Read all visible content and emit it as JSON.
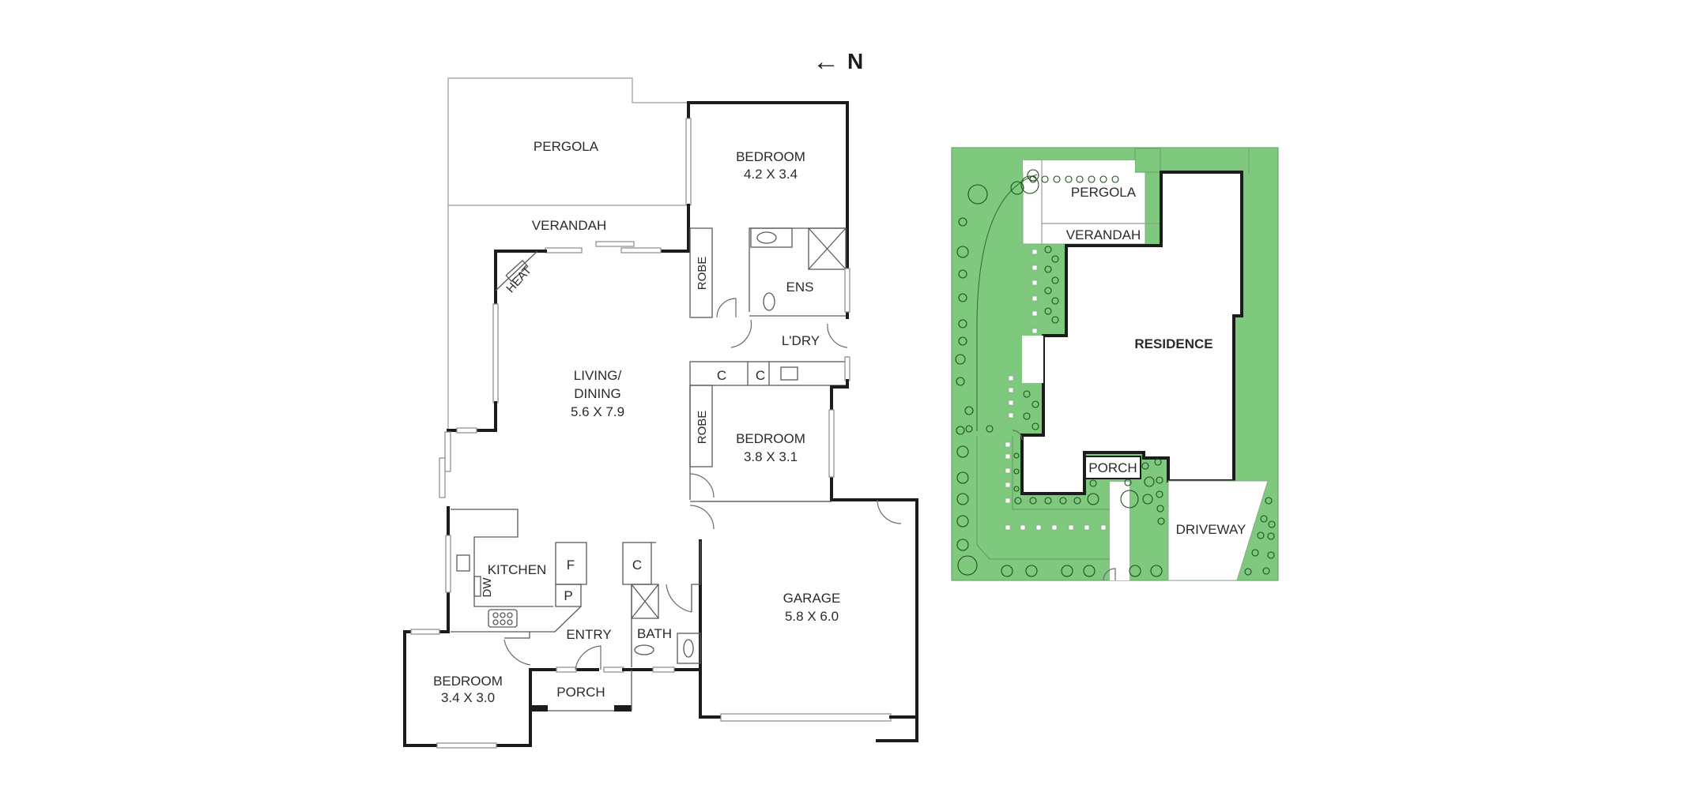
{
  "compass": {
    "arrow": "←",
    "label": "N"
  },
  "floor_plan": {
    "rooms": [
      {
        "id": "pergola",
        "name": "PERGOLA",
        "dims": ""
      },
      {
        "id": "bedroom1",
        "name": "BEDROOM",
        "dims": "4.2 X 3.4"
      },
      {
        "id": "verandah",
        "name": "VERANDAH",
        "dims": ""
      },
      {
        "id": "robe1",
        "name": "ROBE",
        "dims": ""
      },
      {
        "id": "ens",
        "name": "ENS",
        "dims": ""
      },
      {
        "id": "heat",
        "name": "HEAT",
        "dims": ""
      },
      {
        "id": "laundry",
        "name": "L'DRY",
        "dims": ""
      },
      {
        "id": "living",
        "name": "LIVING/",
        "name2": "DINING",
        "dims": "5.6 X 7.9"
      },
      {
        "id": "c1",
        "name": "C",
        "dims": ""
      },
      {
        "id": "c2",
        "name": "C",
        "dims": ""
      },
      {
        "id": "robe2",
        "name": "ROBE",
        "dims": ""
      },
      {
        "id": "bedroom2",
        "name": "BEDROOM",
        "dims": "3.8 X 3.1"
      },
      {
        "id": "kitchen",
        "name": "KITCHEN",
        "dims": ""
      },
      {
        "id": "fridge",
        "name": "F",
        "dims": ""
      },
      {
        "id": "pantry",
        "name": "P",
        "dims": ""
      },
      {
        "id": "dw",
        "name": "DW",
        "dims": ""
      },
      {
        "id": "c3",
        "name": "C",
        "dims": ""
      },
      {
        "id": "entry",
        "name": "ENTRY",
        "dims": ""
      },
      {
        "id": "bath",
        "name": "BATH",
        "dims": ""
      },
      {
        "id": "garage",
        "name": "GARAGE",
        "dims": "5.8 X 6.0"
      },
      {
        "id": "bedroom3",
        "name": "BEDROOM",
        "dims": "3.4 X 3.0"
      },
      {
        "id": "porch",
        "name": "PORCH",
        "dims": ""
      }
    ]
  },
  "site_plan": {
    "labels": {
      "pergola": "PERGOLA",
      "verandah": "VERANDAH",
      "residence": "RESIDENCE",
      "porch": "PORCH",
      "driveway": "DRIVEWAY"
    },
    "colors": {
      "grass": "#7fc97f",
      "wall": "#1c1c1c"
    }
  }
}
